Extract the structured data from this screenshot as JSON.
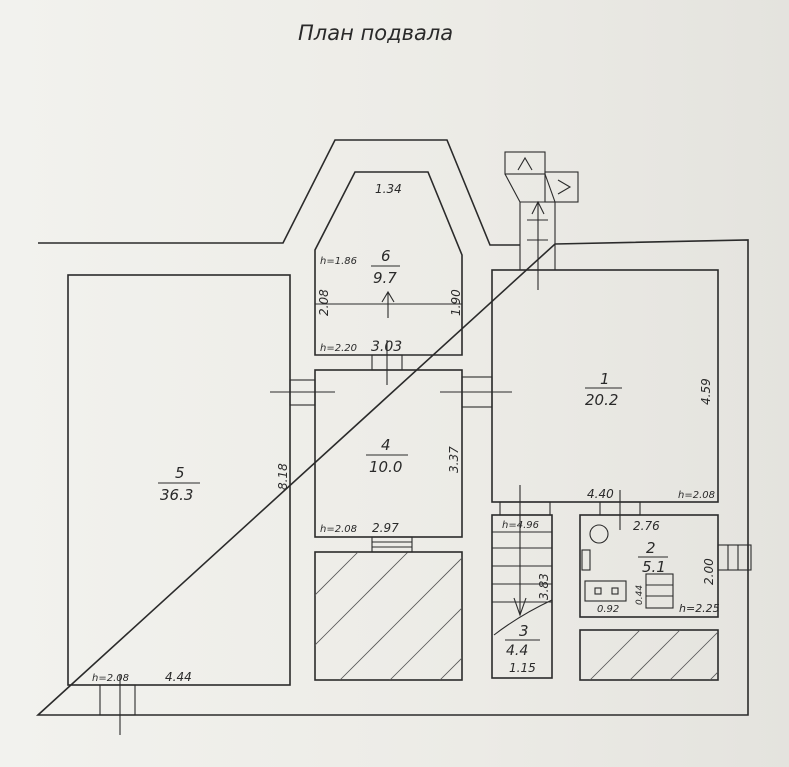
{
  "title": "План подвала",
  "rooms": [
    {
      "number": "1",
      "area": "20.2"
    },
    {
      "number": "2",
      "area": "5.1"
    },
    {
      "number": "3",
      "area": "4.4"
    },
    {
      "number": "4",
      "area": "10.0"
    },
    {
      "number": "5",
      "area": "36.3"
    },
    {
      "number": "6",
      "area": "9.7"
    }
  ],
  "dimensions": {
    "r6_top": "1.34",
    "r6_left": "2.08",
    "r6_right": "1.90",
    "r6_bottom": "3.03",
    "r6_h_top": "h=1.86",
    "r6_h_bottom": "h=2.20",
    "r4_right": "3.37",
    "r4_bottom": "2.97",
    "r4_h": "h=2.08",
    "r5_right": "8.18",
    "r5_bottom": "4.44",
    "r5_h": "h=2.08",
    "r1_right": "4.59",
    "r1_bottom": "4.40",
    "r1_h": "h=2.08",
    "r3_h": "h=4.96",
    "r3_length": "3.83",
    "r3_width": "1.15",
    "r2_top": "2.76",
    "r2_right": "2.00",
    "r2_h": "h=2.25",
    "r2_stove_w": "0.92",
    "r2_stove_d": "0.44"
  }
}
